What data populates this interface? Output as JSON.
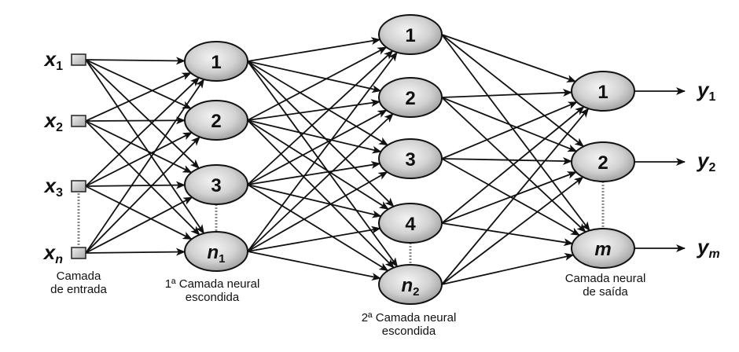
{
  "diagram": {
    "title": "Perceptron multicamadas",
    "layers": [
      {
        "id": "input",
        "caption_line1": "Camada",
        "caption_line2": "de entrada",
        "nodes": [
          {
            "label": "x",
            "sub": "1"
          },
          {
            "label": "x",
            "sub": "2"
          },
          {
            "label": "x",
            "sub": "3"
          },
          {
            "label": "x",
            "sub": "n"
          }
        ],
        "ellipsis_between": [
          2,
          3
        ]
      },
      {
        "id": "hidden1",
        "caption_line1": "1ª Camada neural",
        "caption_line2": "escondida",
        "nodes": [
          {
            "label": "1",
            "sub": ""
          },
          {
            "label": "2",
            "sub": ""
          },
          {
            "label": "3",
            "sub": ""
          },
          {
            "label": "n",
            "sub": "1"
          }
        ],
        "ellipsis_between": [
          2,
          3
        ]
      },
      {
        "id": "hidden2",
        "caption_line1": "2ª Camada neural",
        "caption_line2": "escondida",
        "nodes": [
          {
            "label": "1",
            "sub": ""
          },
          {
            "label": "2",
            "sub": ""
          },
          {
            "label": "3",
            "sub": ""
          },
          {
            "label": "4",
            "sub": ""
          },
          {
            "label": "n",
            "sub": "2"
          }
        ],
        "ellipsis_between": [
          3,
          4
        ]
      },
      {
        "id": "output",
        "caption_line1": "Camada neural",
        "caption_line2": "de saída",
        "nodes": [
          {
            "label": "1",
            "sub": ""
          },
          {
            "label": "2",
            "sub": ""
          },
          {
            "label": "m",
            "sub": ""
          }
        ],
        "ellipsis_between": [
          1,
          2
        ]
      }
    ],
    "outputs": [
      {
        "label": "y",
        "sub": "1"
      },
      {
        "label": "y",
        "sub": "2"
      },
      {
        "label": "y",
        "sub": "m"
      }
    ],
    "connections": "fully-connected",
    "colors": {
      "node_fill_center": "#f2f2f2",
      "node_fill_edge": "#9a9a9a",
      "stroke": "#111111",
      "dotted": "#888888"
    }
  }
}
